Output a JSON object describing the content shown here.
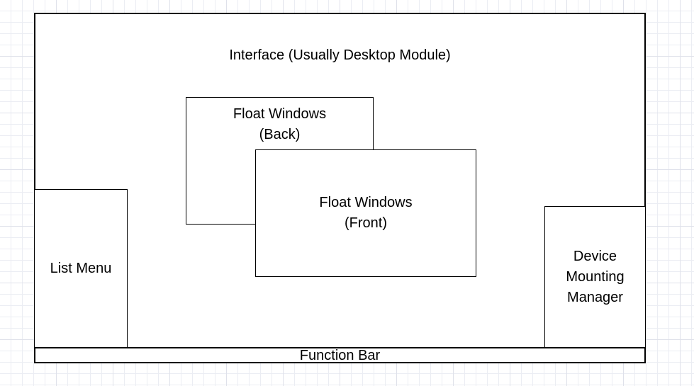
{
  "diagram": {
    "interface": {
      "label": "Interface (Usually Desktop Module)"
    },
    "float_back": {
      "line1": "Float Windows",
      "line2": "(Back)"
    },
    "float_front": {
      "line1": "Float Windows",
      "line2": "(Front)"
    },
    "list_menu": {
      "label": "List Menu"
    },
    "device_manager": {
      "line1": "Device",
      "line2": "Mounting",
      "line3": "Manager"
    },
    "function_bar": {
      "label": "Function Bar"
    }
  },
  "style": {
    "stroke": "#000000",
    "fill": "#ffffff",
    "grid_minor": "#ebedf3",
    "grid_major": "#dfe1ea",
    "text_color": "#000000"
  }
}
